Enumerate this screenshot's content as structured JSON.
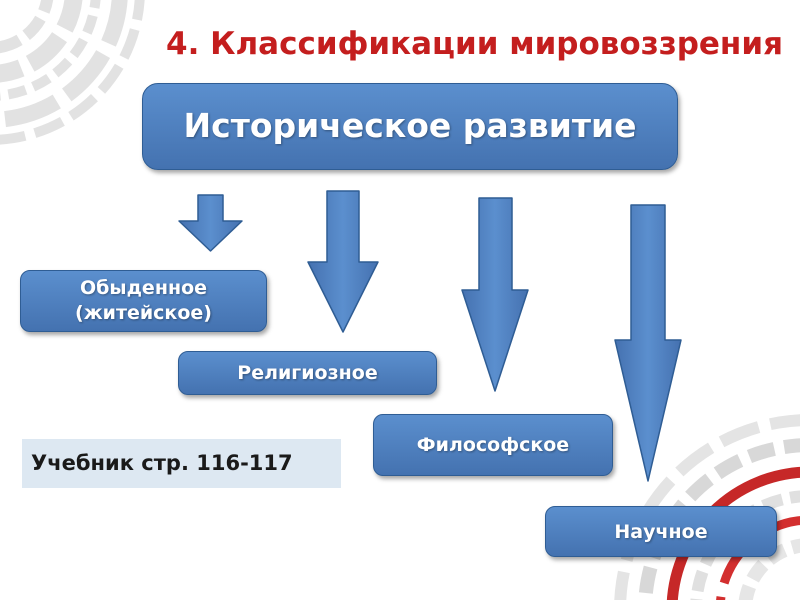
{
  "slide": {
    "title": "4. Классификации мировоззрения",
    "main_box": "Историческое развитие",
    "types": [
      "Обыденное (житейское)",
      "Религиозное",
      "Философское",
      "Научное"
    ],
    "textbook_reference": "Учебник стр. 116-117"
  },
  "colors": {
    "title": "#c41e1e",
    "box_fill": "#4f81bd",
    "box_border": "#2f5d94",
    "arrow_fill": "#4f81bd",
    "reference_bg": "#dde8f2"
  }
}
